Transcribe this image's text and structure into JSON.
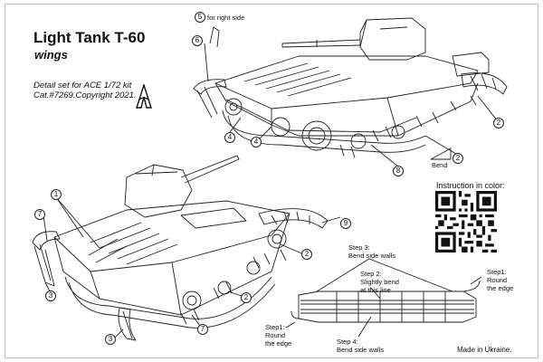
{
  "header": {
    "title": "Light Tank T-60",
    "subtitle": "wings",
    "detail_line1": "Detail set for ACE 1/72 kit",
    "detail_line2": "Cat.#7269.Copyright 2021."
  },
  "callouts": {
    "c5": "5",
    "c5_note": "for right side",
    "c6": "6",
    "c4a": "4",
    "c4b": "4",
    "c8": "8",
    "c2a": "2",
    "c2b": "2",
    "c2c": "2",
    "c2d": "2",
    "c1": "1",
    "c7a": "7",
    "c7b": "7",
    "c9": "9",
    "c3a": "3",
    "c3b": "3"
  },
  "bend_label": "Bend",
  "instruction": {
    "label": "Instruction in color:"
  },
  "steps": {
    "step3_a": "Step 3:",
    "step3_b": "Bend side walls",
    "step2_a": "Step 2:",
    "step2_b": "Slightly bend",
    "step2_c": "at this line",
    "step1r_a": "Step1:",
    "step1r_b": "Round",
    "step1r_c": "the edge",
    "step1l_a": "Step1:",
    "step1l_b": "Round",
    "step1l_c": "the edge",
    "step4_a": "Step 4:",
    "step4_b": "Bend side walls"
  },
  "footer": {
    "made_in": "Made in Ukraine."
  }
}
